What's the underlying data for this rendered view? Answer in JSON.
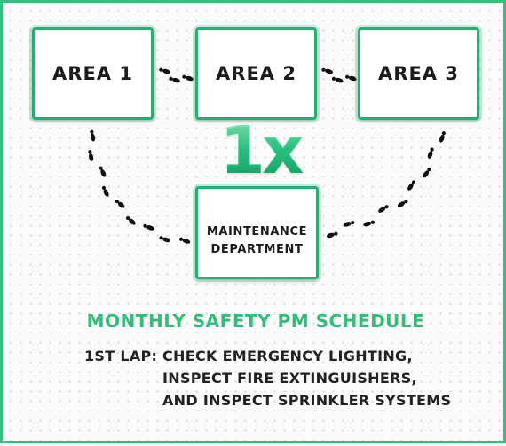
{
  "areas": [
    {
      "label": "AREA 1"
    },
    {
      "label": "AREA 2"
    },
    {
      "label": "AREA 3"
    }
  ],
  "multiplier": "1x",
  "maintenance": {
    "line1": "MAINTENANCE",
    "line2": "DEPARTMENT"
  },
  "schedule": {
    "title": "MONTHLY SAFETY PM SCHEDULE",
    "lap_label": "1ST LAP:",
    "lines": [
      "CHECK EMERGENCY LIGHTING,",
      "INSPECT FIRE EXTINGUISHERS,",
      "AND INSPECT SPRINKLER SYSTEMS"
    ]
  },
  "colors": {
    "accent": "#2ec27e",
    "border": "#27ae72",
    "footprint": "#111111",
    "text": "#1c1c1c"
  },
  "icons": {
    "footprints": "footprints-icon"
  }
}
